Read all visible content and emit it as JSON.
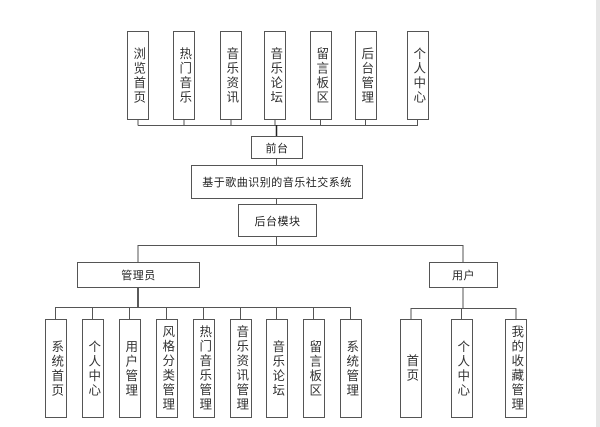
{
  "root": {
    "title": "基于歌曲识别的音乐社交系统"
  },
  "frontend": {
    "label": "前台",
    "modules": [
      "浏览首页",
      "热门音乐",
      "音乐资讯",
      "音乐论坛",
      "留言板区",
      "后台管理",
      "个人中心"
    ]
  },
  "backend": {
    "label": "后台模块",
    "admin": {
      "label": "管理员",
      "modules": [
        "系统首页",
        "个人中心",
        "用户管理",
        "风格分类管理",
        "热门音乐管理",
        "音乐资讯管理",
        "音乐论坛",
        "留言板区",
        "系统管理"
      ]
    },
    "user": {
      "label": "用户",
      "modules": [
        "首页",
        "个人中心",
        "我的收藏管理"
      ]
    }
  },
  "colors": {
    "line": "#555555",
    "box_border": "#555555",
    "background": "#ffffff"
  }
}
